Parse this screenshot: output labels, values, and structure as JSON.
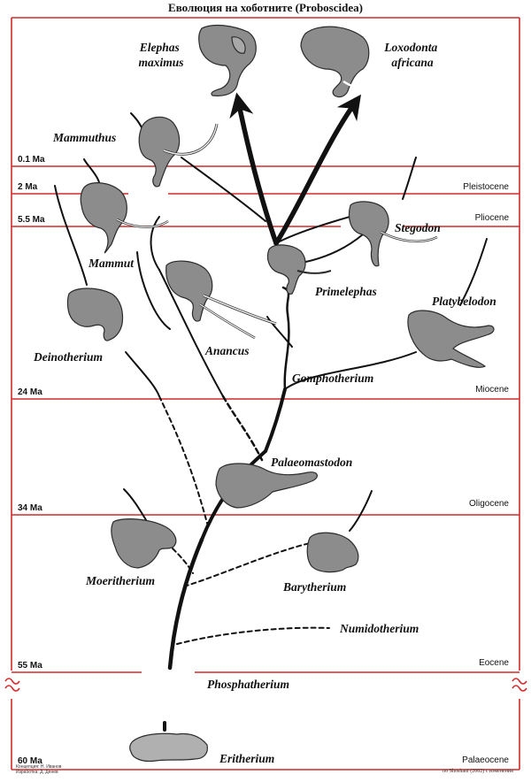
{
  "title": "Еволюция на хоботните (Proboscidea)",
  "credits": [
    "Концепция: Н. Иванов",
    "Изработка: Д. Денев"
  ],
  "source": "по Shoshani (2002) с изменения",
  "colors": {
    "frame": "#d42a2a",
    "branch": "#111111",
    "head_fill": "#8c8c8c",
    "head_stroke": "#2b2b2b"
  },
  "ages": [
    "0.1 Ma",
    "2 Ma",
    "5.5 Ma",
    "24 Ma",
    "34 Ma",
    "55 Ma",
    "60 Ma"
  ],
  "epochs": [
    "Pleistocene",
    "Pliocene",
    "Miocene",
    "Oligocene",
    "Eocene",
    "Palaeocene"
  ],
  "taxa": [
    "Elephas maximus",
    "Loxodonta africana",
    "Mammuthus",
    "Mammut",
    "Stegodon",
    "Primelephas",
    "Platybelodon",
    "Deinotherium",
    "Anancus",
    "Gomphotherium",
    "Palaeomastodon",
    "Moeritherium",
    "Barytherium",
    "Numidotherium",
    "Phosphatherium",
    "Eritherium"
  ]
}
